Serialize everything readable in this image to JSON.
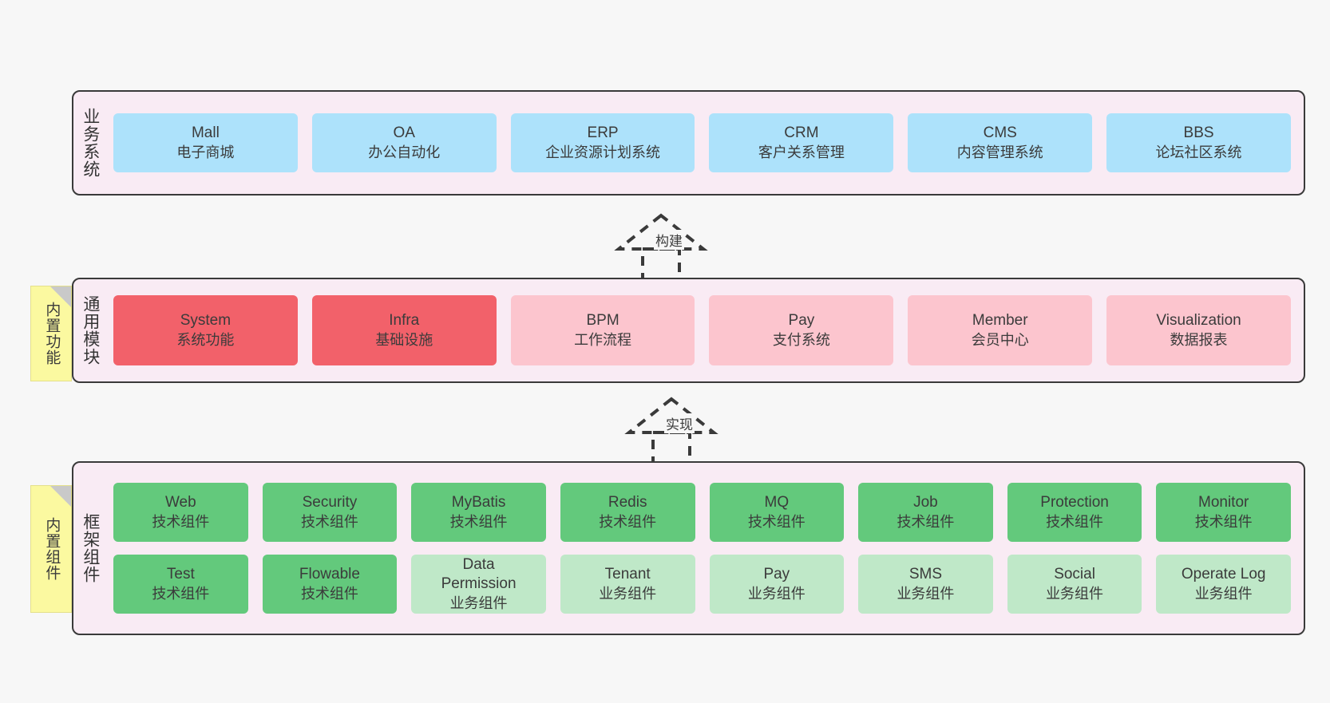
{
  "layers": [
    {
      "id": "business-system",
      "label": "业务系统",
      "rows": [
        {
          "style": "blue",
          "cards": [
            {
              "en": "Mall",
              "cn": "电子商城"
            },
            {
              "en": "OA",
              "cn": "办公自动化"
            },
            {
              "en": "ERP",
              "cn": "企业资源计划系统"
            },
            {
              "en": "CRM",
              "cn": "客户关系管理"
            },
            {
              "en": "CMS",
              "cn": "内容管理系统"
            },
            {
              "en": "BBS",
              "cn": "论坛社区系统"
            }
          ]
        }
      ]
    },
    {
      "id": "common-module",
      "label": "通用模块",
      "rows": [
        {
          "style": "mixed",
          "cards": [
            {
              "en": "System",
              "cn": "系统功能",
              "style": "red"
            },
            {
              "en": "Infra",
              "cn": "基础设施",
              "style": "red"
            },
            {
              "en": "BPM",
              "cn": "工作流程",
              "style": "pink"
            },
            {
              "en": "Pay",
              "cn": "支付系统",
              "style": "pink"
            },
            {
              "en": "Member",
              "cn": "会员中心",
              "style": "pink"
            },
            {
              "en": "Visualization",
              "cn": "数据报表",
              "style": "pink"
            }
          ]
        }
      ]
    },
    {
      "id": "framework-component",
      "label": "框架组件",
      "rows": [
        {
          "style": "green",
          "cards": [
            {
              "en": "Web",
              "cn": "技术组件",
              "style": "green-dark"
            },
            {
              "en": "Security",
              "cn": "技术组件",
              "style": "green-dark"
            },
            {
              "en": "MyBatis",
              "cn": "技术组件",
              "style": "green-dark"
            },
            {
              "en": "Redis",
              "cn": "技术组件",
              "style": "green-dark"
            },
            {
              "en": "MQ",
              "cn": "技术组件",
              "style": "green-dark"
            },
            {
              "en": "Job",
              "cn": "技术组件",
              "style": "green-dark"
            },
            {
              "en": "Protection",
              "cn": "技术组件",
              "style": "green-dark"
            },
            {
              "en": "Monitor",
              "cn": "技术组件",
              "style": "green-dark"
            }
          ]
        },
        {
          "style": "green",
          "cards": [
            {
              "en": "Test",
              "cn": "技术组件",
              "style": "green-dark"
            },
            {
              "en": "Flowable",
              "cn": "技术组件",
              "style": "green-dark"
            },
            {
              "en": "Data Permission",
              "cn": "业务组件",
              "style": "green-light"
            },
            {
              "en": "Tenant",
              "cn": "业务组件",
              "style": "green-light"
            },
            {
              "en": "Pay",
              "cn": "业务组件",
              "style": "green-light"
            },
            {
              "en": "SMS",
              "cn": "业务组件",
              "style": "green-light"
            },
            {
              "en": "Social",
              "cn": "业务组件",
              "style": "green-light"
            },
            {
              "en": "Operate Log",
              "cn": "业务组件",
              "style": "green-light"
            }
          ]
        }
      ]
    }
  ],
  "notes": [
    {
      "id": "note-builtin-function",
      "text": "内置功能"
    },
    {
      "id": "note-builtin-component",
      "text": "内置组件"
    }
  ],
  "connectors": [
    {
      "id": "connector-build",
      "label": "构建"
    },
    {
      "id": "connector-implement",
      "label": "实现"
    }
  ],
  "colors": {
    "panel_bg": "#f9ebf4",
    "panel_border": "#3a3a3a",
    "business_card": "#ade2fb",
    "module_core": "#f2616a",
    "module_optional": "#fcc5ce",
    "tech_component": "#63c97c",
    "business_component": "#bfe8c8",
    "note_bg": "#fbf9a0",
    "canvas_bg": "#f7f7f7"
  }
}
